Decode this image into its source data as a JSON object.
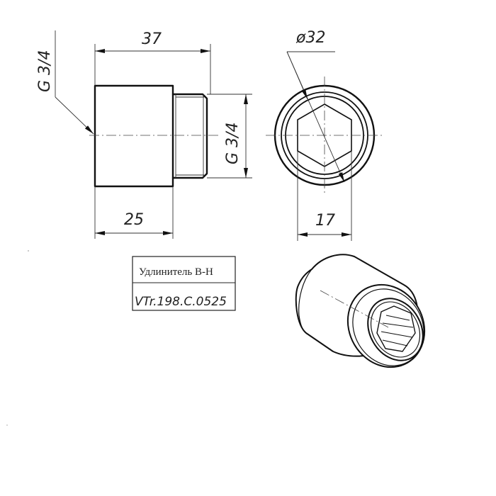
{
  "drawing": {
    "title": "Удлинитель В-Н",
    "code": "VTr.198.C.0525",
    "colors": {
      "line": "#111111",
      "background": "#ffffff"
    }
  },
  "front_view": {
    "overall_length_label": "37",
    "body_length_label": "25",
    "inner_thread_label": "G 3/4",
    "outer_thread_label": "G 3/4"
  },
  "end_view": {
    "diameter_label": "ø32",
    "hex_across_flats_label": "17"
  },
  "isometric_view": {
    "description": "isometric view of extension fitting"
  }
}
